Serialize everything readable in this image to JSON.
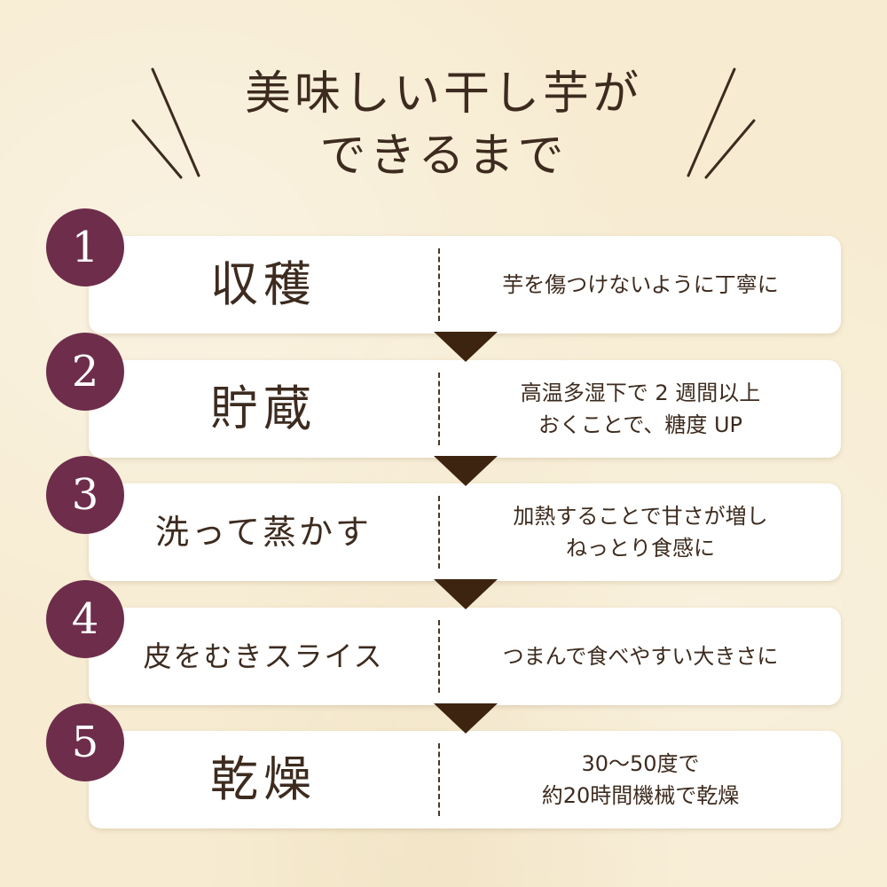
{
  "title": {
    "line1": "美味しい干し芋が",
    "line2": "できるまで"
  },
  "colors": {
    "background": "#f7ecd2",
    "card": "#ffffff",
    "number_circle": "#6e2d4a",
    "text": "#3d2b1f",
    "arrow": "#3d2410"
  },
  "steps": [
    {
      "number": "1",
      "name": "収穫",
      "description": [
        "芋を傷つけないように丁寧に"
      ]
    },
    {
      "number": "2",
      "name": "貯蔵",
      "description": [
        "高温多湿下で 2 週間以上",
        "おくことで、糖度 UP"
      ]
    },
    {
      "number": "3",
      "name": "洗って蒸かす",
      "description": [
        "加熱することで甘さが増し",
        "ねっとり食感に"
      ]
    },
    {
      "number": "4",
      "name": "皮をむきスライス",
      "description": [
        "つまんで食べやすい大きさに"
      ]
    },
    {
      "number": "5",
      "name": "乾燥",
      "description": [
        "30～50度で",
        "約20時間機械で乾燥"
      ]
    }
  ]
}
